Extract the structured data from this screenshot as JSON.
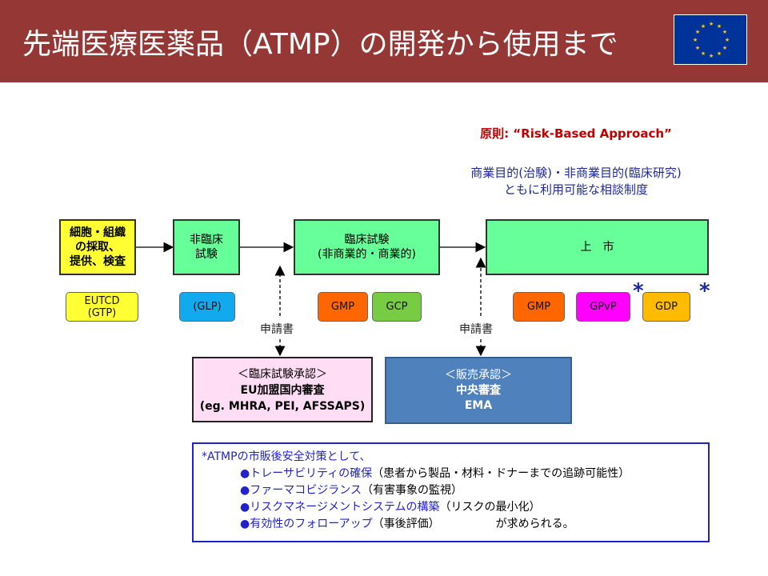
{
  "slide": {
    "title": "先端医療医薬品（ATMP）の開発から使用まで",
    "flag_icon": "eu-flag-icon",
    "colors": {
      "header": "#953735",
      "stage_green": "#66ff99",
      "ema_blue": "#4f81bd",
      "note_blue": "#2222cc"
    }
  },
  "principle": "原則: “Risk-Based Approach”",
  "policy": {
    "line1": "商業目的(治験)・非商業目的(臨床研究)",
    "line2": "ともに利用可能な相談制度"
  },
  "stages": {
    "cells": {
      "line1": "細胞・組織",
      "line2": "の採取、",
      "line3": "提供、検査"
    },
    "nonclinical": {
      "line1": "非臨床",
      "line2": "試験"
    },
    "clinical": {
      "line1": "臨床試験",
      "line2": "(非商業的・商業的)"
    },
    "market": {
      "label": "上　市"
    }
  },
  "guidelines": {
    "eutcd": {
      "line1": "EUTCD",
      "line2": "(GTP)"
    },
    "glp": "(GLP)",
    "gmp_clinical": "GMP",
    "gcp": "GCP",
    "gmp_market": "GMP",
    "gpvp": "GPvP",
    "gdp": "GDP",
    "asterisk1": "*",
    "asterisk2": "*"
  },
  "applications": {
    "label1": "申請書",
    "label2": "申請書"
  },
  "approvals": {
    "clinical": {
      "line1": "＜臨床試験承認＞",
      "line2": "EU加盟国内審査",
      "line3": "(eg. MHRA, PEI, AFSSAPS)"
    },
    "marketing": {
      "line1": "＜販売承認＞",
      "line2": "中央審査",
      "line3": "EMA"
    }
  },
  "note": {
    "intro": "*ATMPの市販後安全対策として、",
    "items": [
      {
        "bullet": "●",
        "term": "トレーサビリティの確保",
        "desc": "（患者から製品・材料・ドナーまでの追跡可能性）"
      },
      {
        "bullet": "●",
        "term": "ファーマコビジランス",
        "desc": "（有害事象の監視）"
      },
      {
        "bullet": "●",
        "term": "リスクマネージメントシステムの構築",
        "desc": "（リスクの最小化）"
      },
      {
        "bullet": "●",
        "term": "有効性のフォローアップ",
        "desc": "（事後評価）"
      }
    ],
    "tail": "が求められる。"
  }
}
